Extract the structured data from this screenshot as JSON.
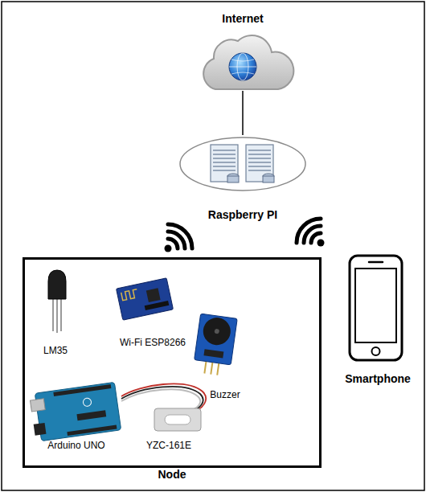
{
  "diagram": {
    "nodes": [
      {
        "text": [
          "Internet"
        ]
      },
      {
        "text": [
          "Raspberry PI"
        ]
      },
      {
        "text": [
          "Node"
        ]
      },
      {
        "text": [
          "LM35"
        ],
        "in": 2
      },
      {
        "text": [
          "Wi-Fi ESP8266"
        ],
        "in": 2
      },
      {
        "text": [
          "Buzzer"
        ],
        "in": 2
      },
      {
        "text": [
          "Arduino UNO"
        ],
        "in": 2
      },
      {
        "text": [
          "YZC-161E"
        ],
        "in": 2
      },
      {
        "text": [
          "Smartphone"
        ]
      }
    ],
    "edges": [
      {
        "from": 0,
        "to": 1,
        "arrow": "none"
      }
    ]
  }
}
